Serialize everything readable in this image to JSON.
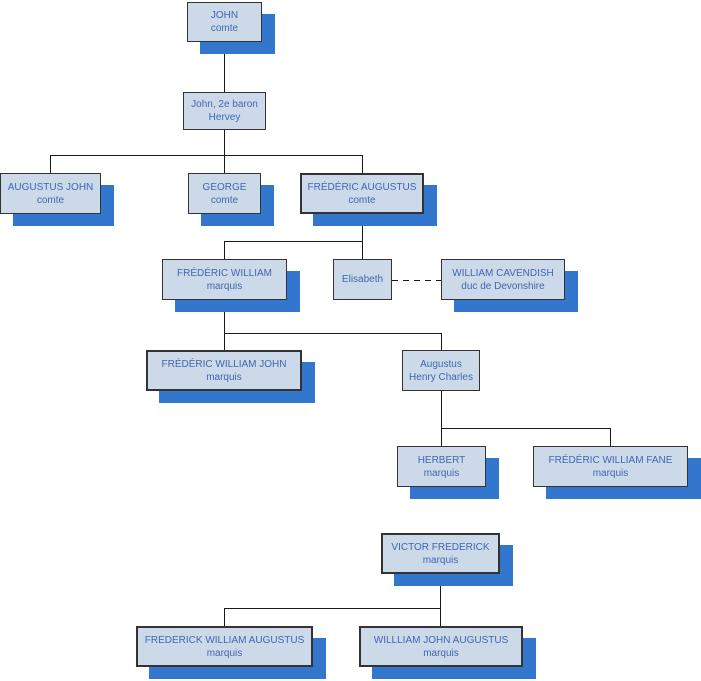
{
  "colors": {
    "node_fill": "#ccd9e8",
    "node_border": "#333333",
    "shadow_color": "#3376cd",
    "text_color": "#4067b2",
    "line_color": "#1a1a1a"
  },
  "nodes": [
    {
      "id": "john",
      "line1": "JOHN",
      "line2": "comte"
    },
    {
      "id": "john-2e-baron-hervey",
      "line1": "John, 2e baron",
      "line2": "Hervey"
    },
    {
      "id": "augustus-john",
      "line1": "AUGUSTUS JOHN",
      "line2": "comte"
    },
    {
      "id": "george",
      "line1": "GEORGE",
      "line2": "comte"
    },
    {
      "id": "frederic-augustus",
      "line1": "FRÉDÉRIC AUGUSTUS",
      "line2": "comte"
    },
    {
      "id": "frederic-william",
      "line1": "FRÉDÉRIC WILLIAM",
      "line2": "marquis"
    },
    {
      "id": "elisabeth",
      "line1": "Elisabeth",
      "line2": ""
    },
    {
      "id": "william-cavendish",
      "line1": "WILLIAM CAVENDISH",
      "line2": "duc de Devonshire"
    },
    {
      "id": "frederic-william-john",
      "line1": "FRÉDÉRIC WILLIAM JOHN",
      "line2": "marquis"
    },
    {
      "id": "augustus-henry-charles",
      "line1": "Augustus",
      "line2": "Henry Charles"
    },
    {
      "id": "herbert",
      "line1": "HERBERT",
      "line2": "marquis"
    },
    {
      "id": "frederic-william-fane",
      "line1": "FRÉDÉRIC WILLIAM FANE",
      "line2": "marquis"
    },
    {
      "id": "victor-frederick",
      "line1": "VICTOR FREDERICK",
      "line2": "marquis"
    },
    {
      "id": "frederick-william-augustus",
      "line1": "FREDERICK WILLIAM AUGUSTUS",
      "line2": "marquis"
    },
    {
      "id": "willliam-john-augustus",
      "line1": "WILLLIAM JOHN AUGUSTUS",
      "line2": "marquis"
    }
  ],
  "edges": [
    {
      "from": "john",
      "to": "john-2e-baron-hervey",
      "type": "descent"
    },
    {
      "from": "john-2e-baron-hervey",
      "to": "augustus-john",
      "type": "descent"
    },
    {
      "from": "john-2e-baron-hervey",
      "to": "george",
      "type": "descent"
    },
    {
      "from": "john-2e-baron-hervey",
      "to": "frederic-augustus",
      "type": "descent"
    },
    {
      "from": "frederic-augustus",
      "to": "frederic-william",
      "type": "descent"
    },
    {
      "from": "frederic-augustus",
      "to": "elisabeth",
      "type": "descent"
    },
    {
      "from": "elisabeth",
      "to": "william-cavendish",
      "type": "marriage"
    },
    {
      "from": "frederic-william",
      "to": "frederic-william-john",
      "type": "descent"
    },
    {
      "from": "frederic-william",
      "to": "augustus-henry-charles",
      "type": "descent"
    },
    {
      "from": "augustus-henry-charles",
      "to": "herbert",
      "type": "descent"
    },
    {
      "from": "augustus-henry-charles",
      "to": "frederic-william-fane",
      "type": "descent"
    },
    {
      "from": "victor-frederick",
      "to": "frederick-william-augustus",
      "type": "descent"
    },
    {
      "from": "victor-frederick",
      "to": "willliam-john-augustus",
      "type": "descent"
    }
  ]
}
